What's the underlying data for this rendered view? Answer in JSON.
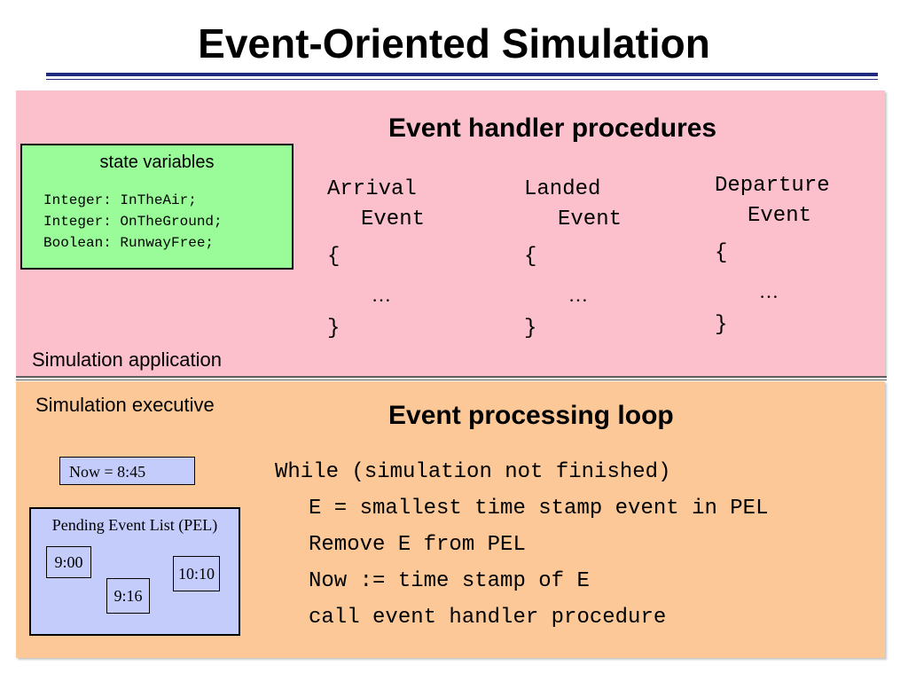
{
  "slide": {
    "title": "Event-Oriented Simulation"
  },
  "application": {
    "heading": "Event handler procedures",
    "label": "Simulation application",
    "state_box": {
      "title": "state variables",
      "lines": [
        "Integer: InTheAir;",
        "Integer: OnTheGround;",
        "Boolean: RunwayFree;"
      ]
    },
    "handlers": [
      {
        "line1": "Arrival",
        "line2": "Event",
        "open": "{",
        "body": "…",
        "close": "}"
      },
      {
        "line1": "Landed",
        "line2": "Event",
        "open": "{",
        "body": "…",
        "close": "}"
      },
      {
        "line1": "Departure",
        "line2": "Event",
        "open": "{",
        "body": "…",
        "close": "}"
      }
    ]
  },
  "executive": {
    "label": "Simulation executive",
    "heading": "Event processing loop",
    "now": "Now = 8:45",
    "pel": {
      "title": "Pending Event List (PEL)",
      "events": [
        "9:00",
        "9:16",
        "10:10"
      ]
    },
    "loop_lines": [
      "While (simulation not finished)",
      "E = smallest time stamp event in PEL",
      "Remove E from PEL",
      "Now := time stamp of E",
      "call event handler procedure"
    ]
  }
}
